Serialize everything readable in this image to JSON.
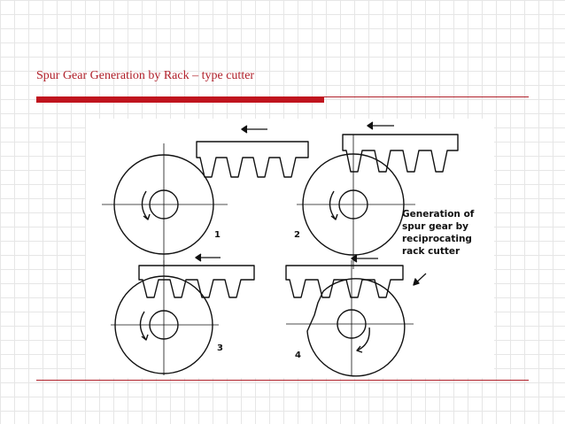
{
  "slide": {
    "title": "Spur Gear Generation by Rack – type cutter",
    "accent_color": "#b0202a"
  },
  "figure": {
    "step_labels": [
      "1",
      "2",
      "3",
      "4"
    ],
    "caption_lines": [
      "Generation of",
      "spur gear by",
      "reciprocating",
      "rack cutter"
    ],
    "icons": [
      "arrow-left-icon",
      "rotation-arrow-icon"
    ]
  }
}
